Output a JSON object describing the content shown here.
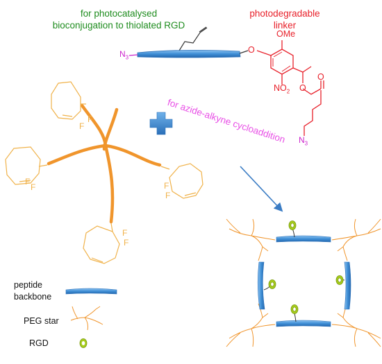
{
  "labels": {
    "photocatalysed_line1": "for photocatalysed",
    "photocatalysed_line2": "bioconjugation to thiolated RGD",
    "photodegradable_line1": "photodegradable",
    "photodegradable_line2": "linker",
    "azide_alkyne": "for azide-alkyne cycloaddition"
  },
  "chemistry": {
    "ome": "OMe",
    "no2_main": "NO",
    "no2_sub": "2",
    "n3_main": "N",
    "n3_sub": "3",
    "f": "F"
  },
  "legend": {
    "peptide_line1": "peptide",
    "peptide_line2": "backbone",
    "peg_star": "PEG star",
    "rgd": "RGD"
  },
  "colors": {
    "green_text": "#1e8c1e",
    "red_text": "#e8202a",
    "magenta_text": "#e84fe6",
    "peg_orange": "#f0952c",
    "cyclooctyne": "#f0b24a",
    "peptide_blue": "#3f8fd6",
    "rgd_green": "#a6cc1c"
  }
}
